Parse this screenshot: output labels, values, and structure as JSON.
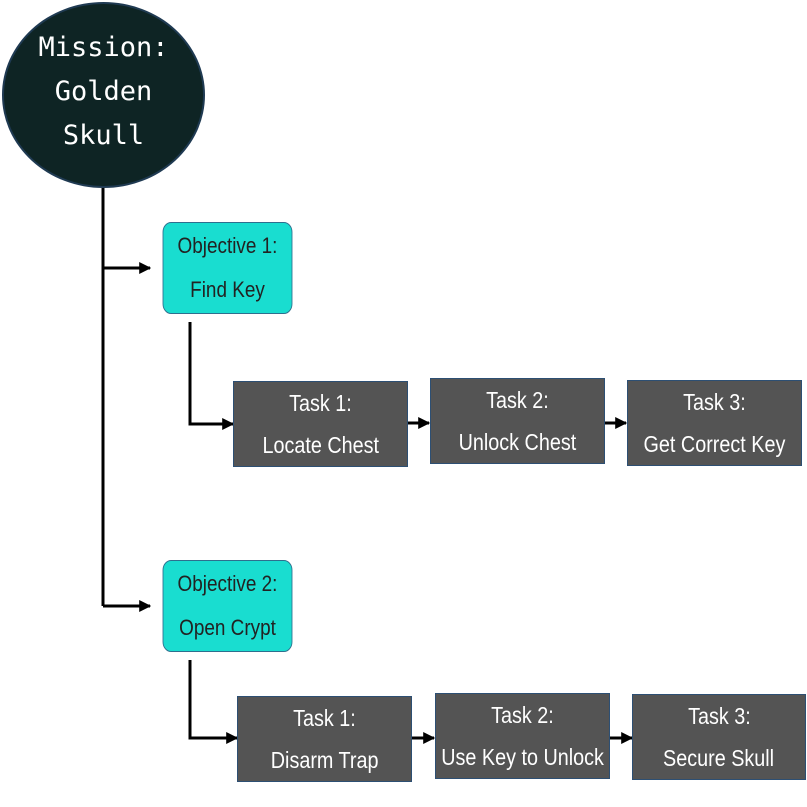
{
  "mission": {
    "line1": "Mission:",
    "line2": "Golden",
    "line3": "Skull"
  },
  "objectives": [
    {
      "title": "Objective 1:",
      "label": "Find Key",
      "tasks": [
        {
          "title": "Task 1:",
          "label": "Locate Chest"
        },
        {
          "title": "Task 2:",
          "label": "Unlock Chest"
        },
        {
          "title": "Task 3:",
          "label": "Get Correct Key"
        }
      ]
    },
    {
      "title": "Objective 2:",
      "label": "Open Crypt",
      "tasks": [
        {
          "title": "Task 1:",
          "label": "Disarm Trap"
        },
        {
          "title": "Task 2:",
          "label": "Use Key to Unlock"
        },
        {
          "title": "Task 3:",
          "label": "Secure Skull"
        }
      ]
    }
  ]
}
